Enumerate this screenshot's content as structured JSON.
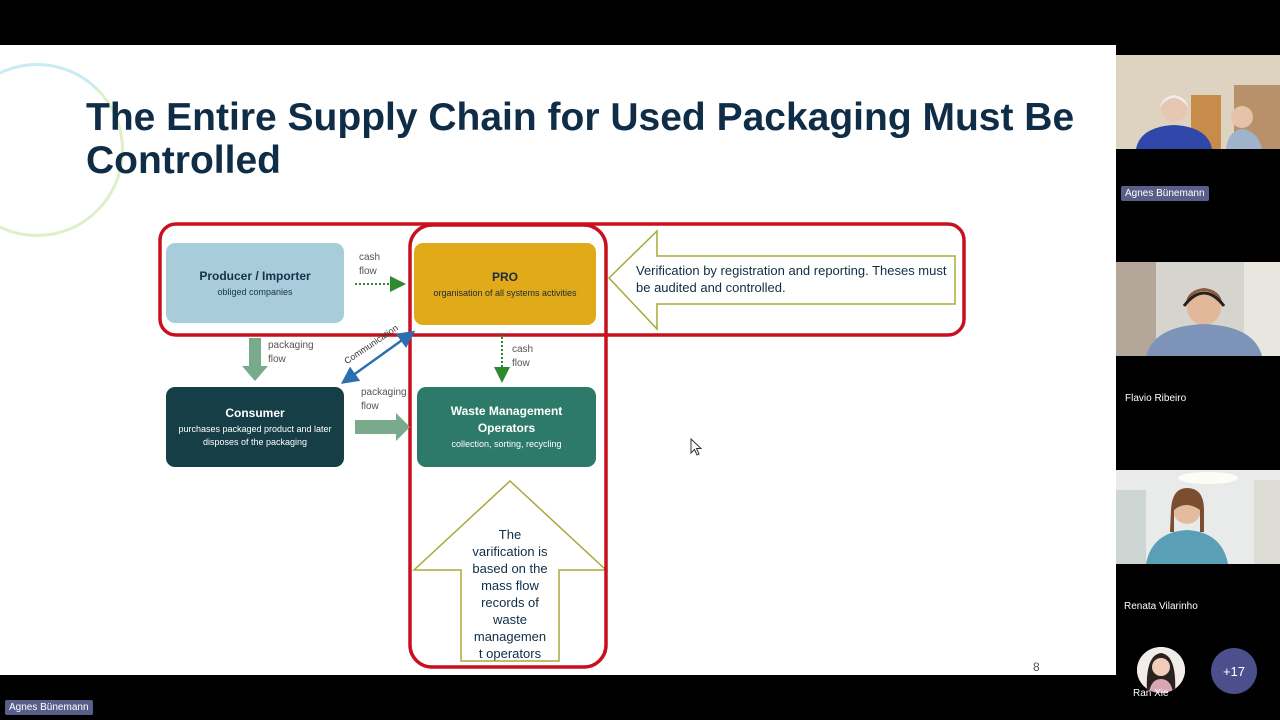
{
  "slide": {
    "title": "The Entire Supply Chain for Used Packaging Must Be Controlled",
    "page_number": "8",
    "boxes": {
      "producer": {
        "title": "Producer / Importer",
        "subtitle": "obliged companies"
      },
      "pro": {
        "title": "PRO",
        "subtitle": "organisation of all systems activities"
      },
      "consumer": {
        "title": "Consumer",
        "subtitle": "purchases packaged product and later disposes of the packaging"
      },
      "waste": {
        "title": "Waste Management Operators",
        "subtitle": "collection, sorting, recycling"
      }
    },
    "flow_labels": {
      "cash_top": "cash\nflow",
      "cash_mid": "cash\nflow",
      "packaging_left": "packaging\nflow",
      "packaging_mid": "packaging\nflow",
      "communication": "Communication"
    },
    "callouts": {
      "right": "Verification by registration and reporting. Theses must be audited and controlled.",
      "bottom": "The\nvarification is\nbased on the\nmass flow\nrecords of\nwaste\nmanagemen\nt operators"
    }
  },
  "participants": {
    "active_speaker": "Agnes Bünemann",
    "tiles": [
      {
        "name": "Agnes Bünemann"
      },
      {
        "name": "Flavio Ribeiro"
      },
      {
        "name": "Renata Vilarinho"
      }
    ],
    "avatar_name": "Ran Xie",
    "more_count": "+17"
  },
  "colors": {
    "title": "#0f2d46",
    "red_outline": "#c8101e",
    "producer": "#a9ccda",
    "pro": "#e0aa18",
    "consumer": "#163e47",
    "waste": "#2e7a6a",
    "callout_border": "#a8a83a",
    "green_arrow": "#7aaa8c",
    "blue_arrow": "#2c6fae",
    "dashed_green": "#2d8a2d"
  }
}
